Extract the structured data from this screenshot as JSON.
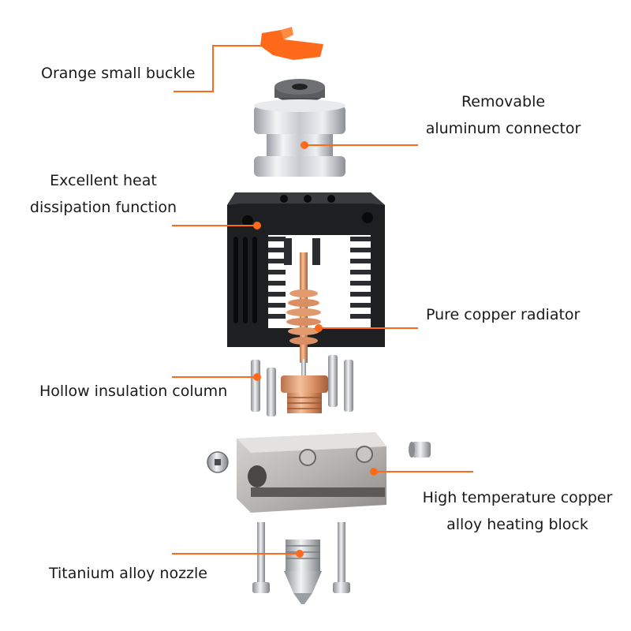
{
  "accent_color": "#ff6a1a",
  "labels": {
    "orange_buckle": "Orange small buckle",
    "aluminum_connector": [
      "Removable",
      "aluminum connector"
    ],
    "heat_dissipation": [
      "Excellent heat",
      "dissipation function"
    ],
    "copper_radiator": "Pure copper radiator",
    "insulation_column": "Hollow insulation column",
    "heating_block": [
      "High temperature copper",
      "alloy heating block"
    ],
    "nozzle": "Titanium alloy nozzle"
  }
}
